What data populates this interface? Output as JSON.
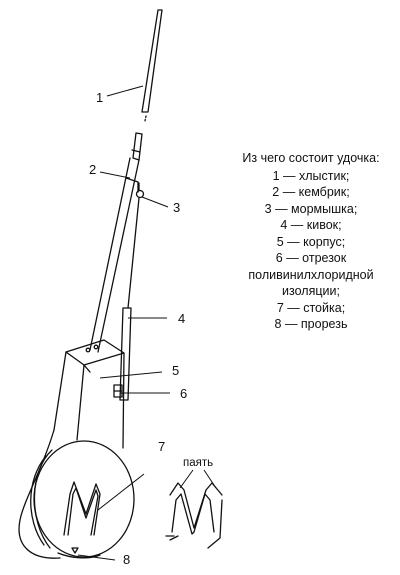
{
  "legend": {
    "title": "Из чего состоит удочка:",
    "items": [
      "1 — хлыстик;",
      "2 — кембрик;",
      "3 — мормышка;",
      "4 — кивок;",
      "5 — корпус;",
      "6 — отрезок",
      "поливинилхлоридной",
      "изоляции;",
      "7 — стойка;",
      "8 — прорезь"
    ]
  },
  "callouts": {
    "n1": "1",
    "n2": "2",
    "n3": "3",
    "n4": "4",
    "n5": "5",
    "n6": "6",
    "n7": "7",
    "n8": "8"
  },
  "solder_label": "паять",
  "colors": {
    "ink": "#111111",
    "background": "#ffffff"
  }
}
